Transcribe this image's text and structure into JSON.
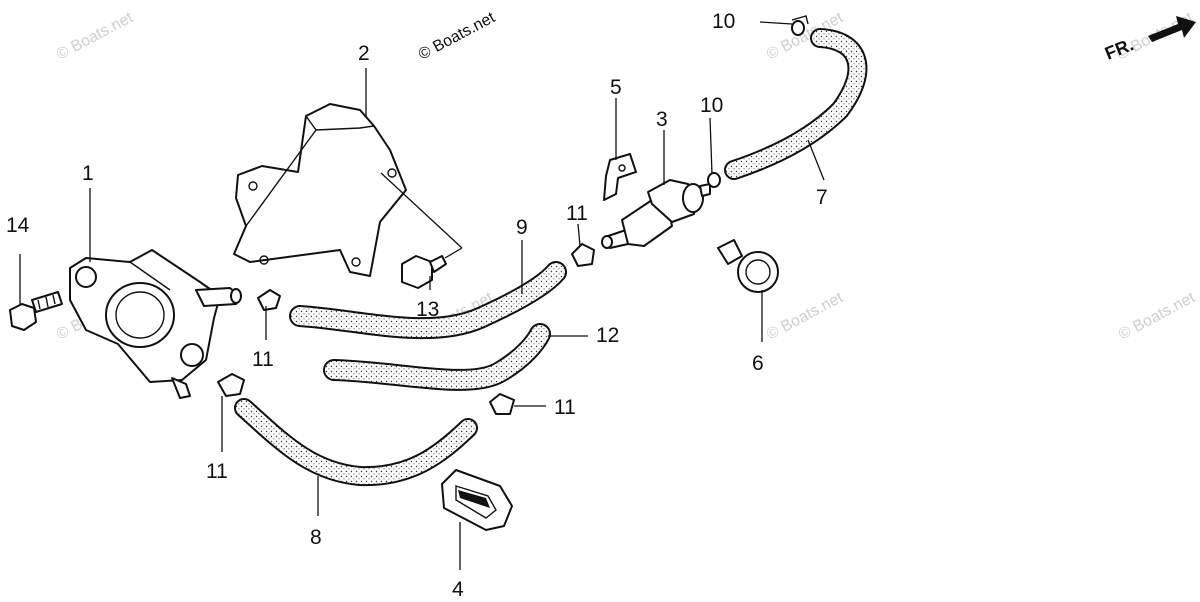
{
  "diagram": {
    "watermark_text": "© Boats.net",
    "direction_label": "FR.",
    "callouts": {
      "c1": "1",
      "c2": "2",
      "c3": "3",
      "c4": "4",
      "c5": "5",
      "c6": "6",
      "c7": "7",
      "c8": "8",
      "c9": "9",
      "c10a": "10",
      "c10b": "10",
      "c11a": "11",
      "c11b": "11",
      "c11c": "11",
      "c11d": "11",
      "c12": "12",
      "c13": "13",
      "c14": "14"
    },
    "colors": {
      "line": "#111111",
      "watermark": "#cfcfcf",
      "background": "#ffffff"
    }
  }
}
